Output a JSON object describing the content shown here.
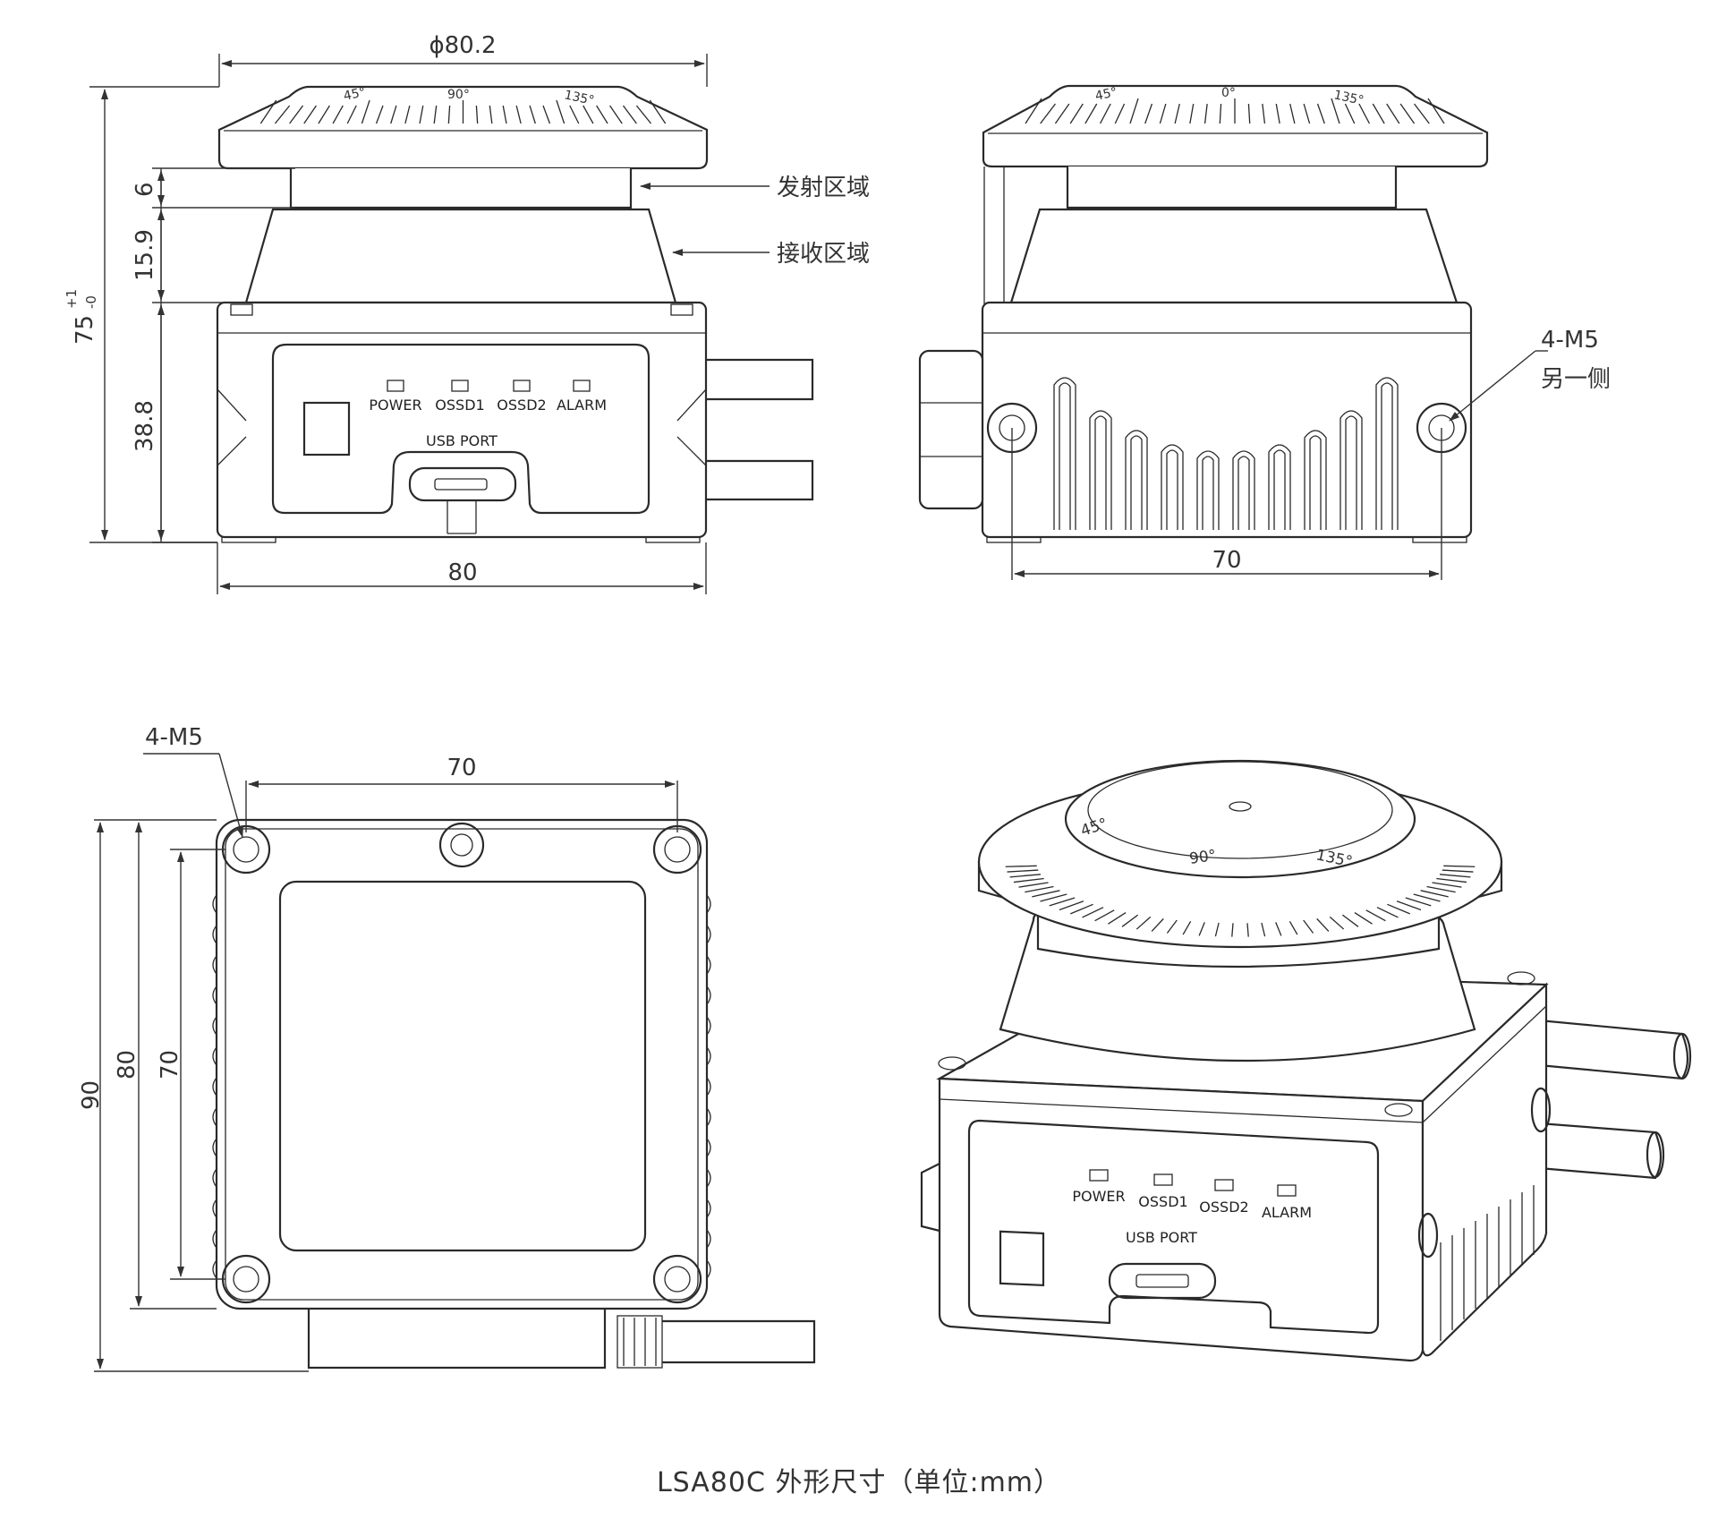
{
  "front_view": {
    "dim_diameter": "ϕ80.2",
    "dim_emit_height": "6",
    "dim_receive_height": "15.9",
    "dim_total_height": "75",
    "dim_total_tol_upper": "+1",
    "dim_total_tol_lower": "-0",
    "dim_base_height": "38.8",
    "dim_width": "80",
    "label_emit_zone": "发射区域",
    "label_receive_zone": "接收区域",
    "leds": [
      "POWER",
      "OSSD1",
      "OSSD2",
      "ALARM"
    ],
    "usb_label": "USB PORT",
    "scale_marks": [
      "45°",
      "90°",
      "135°"
    ]
  },
  "side_view": {
    "dim_hole_spacing": "70",
    "label_thread": "4-M5",
    "label_thread_side": "另一侧",
    "scale_marks": [
      "45°",
      "0°",
      "135°"
    ]
  },
  "bottom_view": {
    "label_thread": "4-M5",
    "dim_hole_spacing_h": "70",
    "dim_depth_total": "90",
    "dim_depth_body": "80",
    "dim_hole_spacing_v": "70"
  },
  "iso_view": {
    "leds": [
      "POWER",
      "OSSD1",
      "OSSD2",
      "ALARM"
    ],
    "usb_label": "USB PORT",
    "scale_marks": [
      "45°",
      "90°",
      "135°"
    ]
  },
  "caption": "LSA80C 外形尺寸（单位:mm）"
}
